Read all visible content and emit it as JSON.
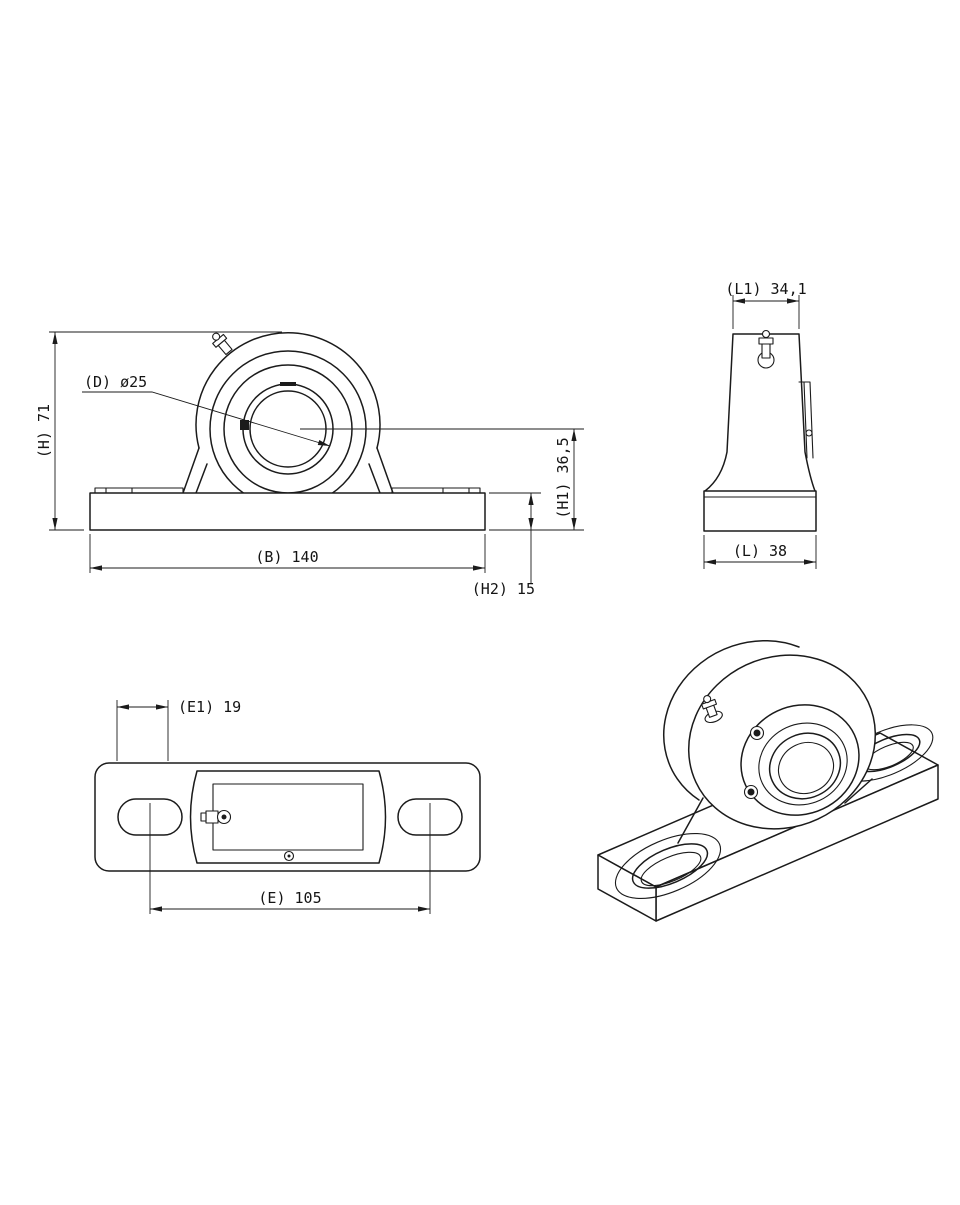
{
  "colors": {
    "line": "#1b1b1b",
    "background": "#ffffff"
  },
  "dims": {
    "H": "(H) 71",
    "D": "(D) ø25",
    "H1": "(H1) 36,5",
    "B": "(B) 140",
    "H2": "(H2) 15",
    "L1": "(L1) 34,1",
    "L": "(L) 38",
    "E1": "(E1) 19",
    "E": "(E) 105"
  }
}
